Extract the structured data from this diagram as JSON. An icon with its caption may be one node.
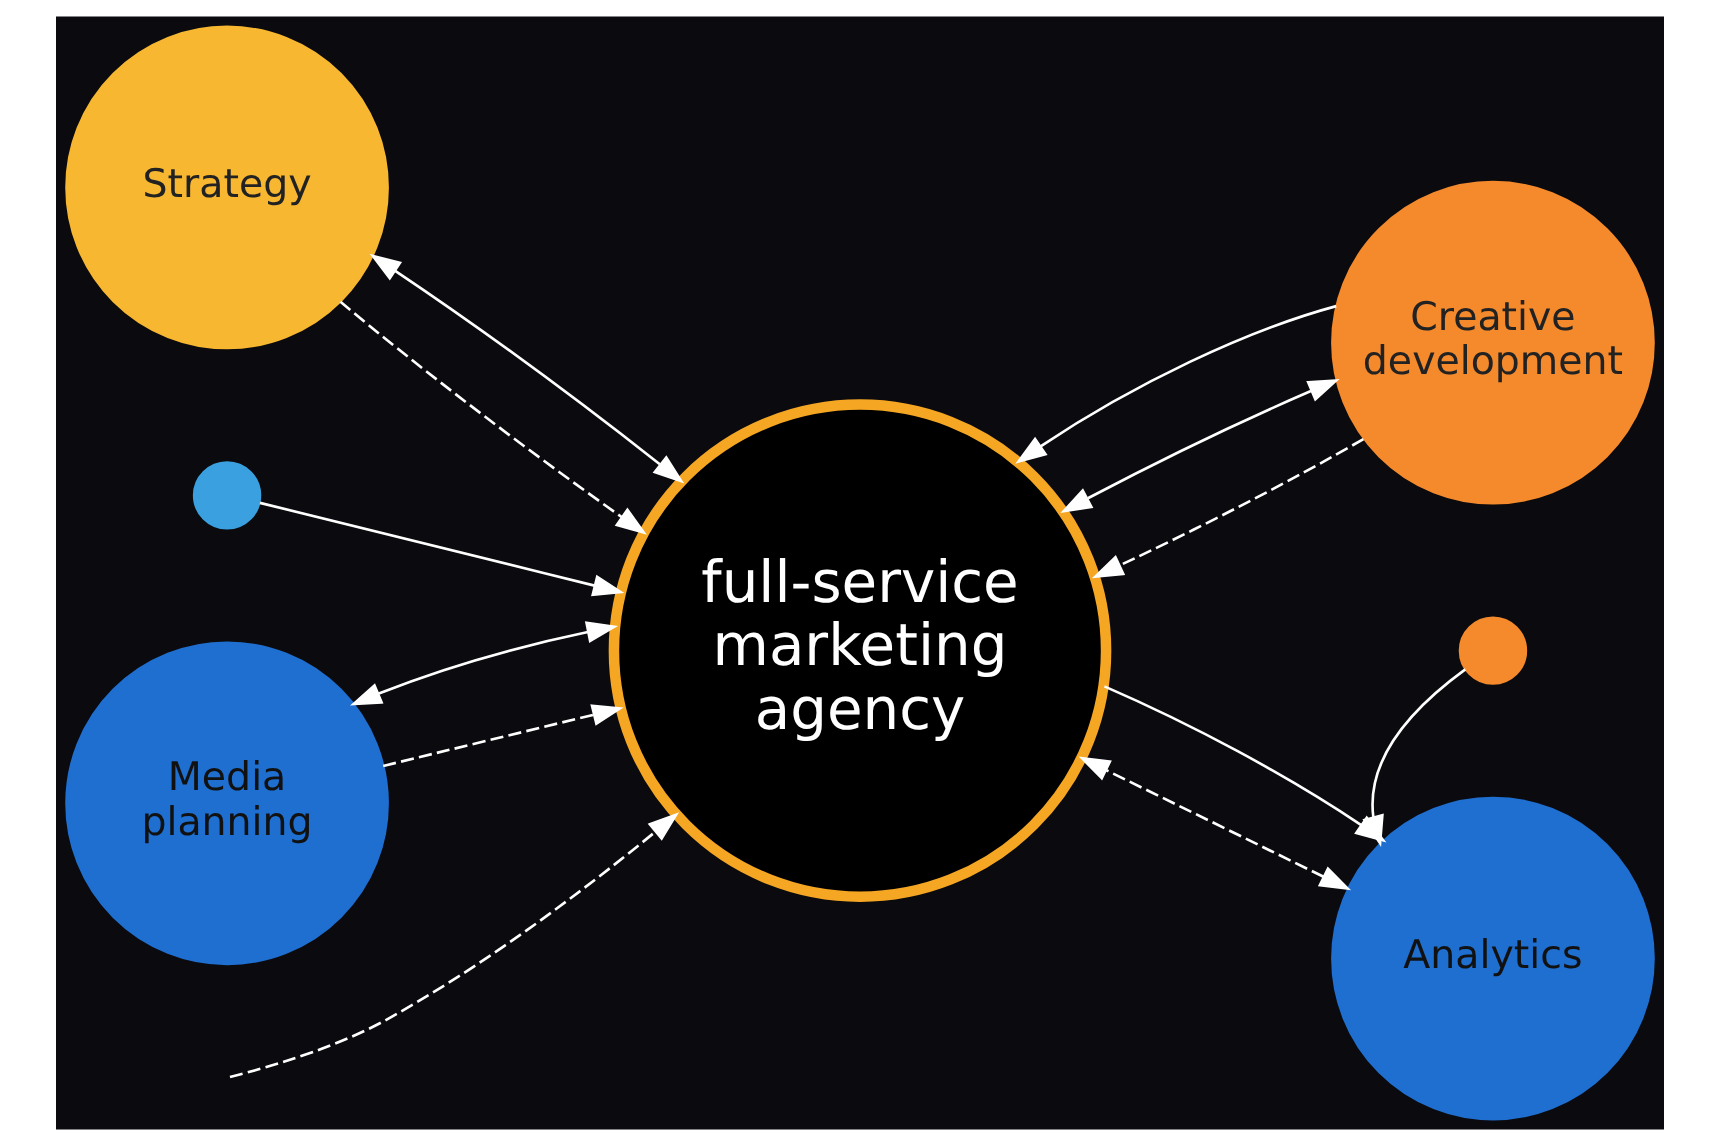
{
  "diagram": {
    "nodes": [
      {
        "text": [
          "full-service marketing agency"
        ]
      },
      {
        "text": [
          "Strategy"
        ]
      },
      {
        "text": [
          "Creative development"
        ]
      },
      {
        "text": [
          "Media planning"
        ]
      },
      {
        "text": [
          "Analytics"
        ]
      },
      {
        "text": [],
        "shape": "circle"
      },
      {
        "text": [],
        "shape": "circle"
      }
    ],
    "edges": [
      {
        "from": 1,
        "to": 0,
        "arrow": "to",
        "style": "dashed"
      },
      {
        "from": 2,
        "to": 0,
        "arrow": "to",
        "style": "dashed"
      },
      {
        "from": 3,
        "to": 0,
        "arrow": "to",
        "style": "dashed"
      },
      {
        "from": 4,
        "to": 0,
        "arrow": "both",
        "style": "dashed"
      },
      {
        "from": 0,
        "to": 1,
        "arrow": "both"
      },
      {
        "from": 0,
        "to": 2,
        "arrow": "both"
      },
      {
        "from": 2,
        "to": 0,
        "arrow": "to"
      },
      {
        "from": 0,
        "to": 3,
        "arrow": "both"
      },
      {
        "from": 0,
        "to": 4,
        "arrow": "to"
      },
      {
        "from": 5,
        "to": 0,
        "arrow": "to"
      },
      {
        "from": 6,
        "to": 4,
        "arrow": "to"
      },
      {
        "from": null,
        "to": 0,
        "arrow": "to",
        "style": "dashed"
      }
    ]
  }
}
